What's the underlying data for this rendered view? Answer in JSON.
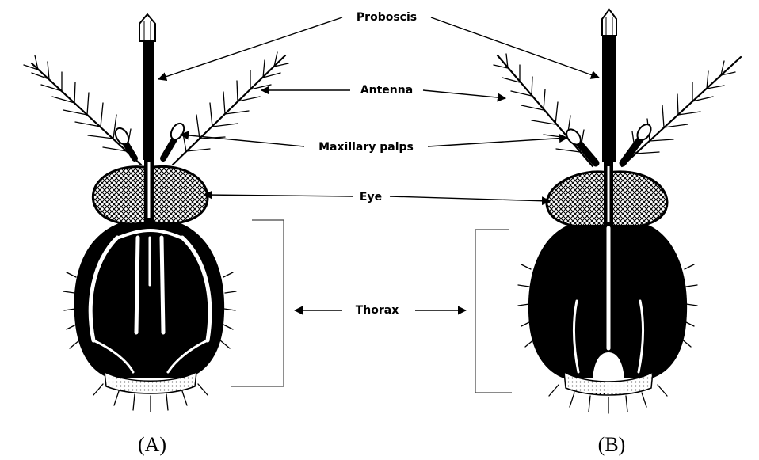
{
  "labels": {
    "proboscis": "Proboscis",
    "antenna": "Antenna",
    "maxillary_palps": "Maxillary palps",
    "eye": "Eye",
    "thorax": "Thorax"
  },
  "captions": {
    "a": "(A)",
    "b": "(B)"
  }
}
